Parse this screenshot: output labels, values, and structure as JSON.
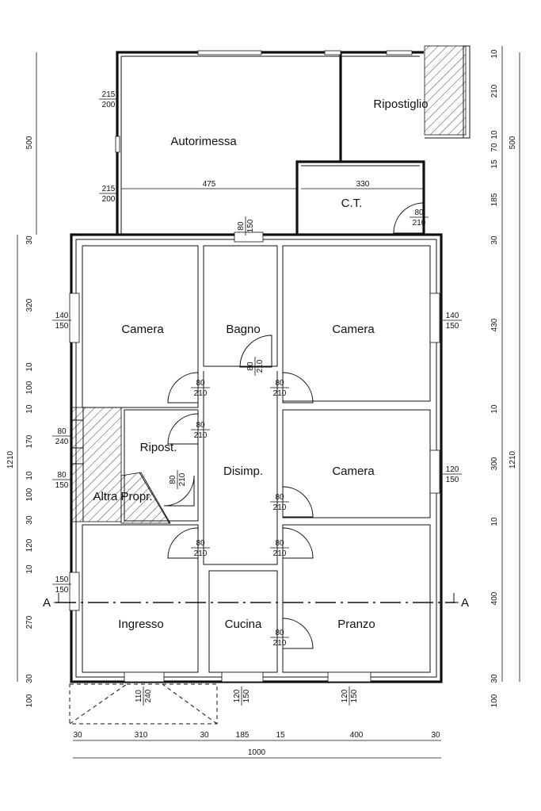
{
  "rooms": {
    "autorimessa": "Autorimessa",
    "ripostiglio": "Ripostiglio",
    "ct": "C.T.",
    "camera_nw": "Camera",
    "bagno": "Bagno",
    "camera_ne": "Camera",
    "ripost": "Ripost.",
    "disimp": "Disimp.",
    "camera_e": "Camera",
    "altra_propr": "Altra Propr.",
    "ingresso": "Ingresso",
    "cucina": "Cucina",
    "pranzo": "Pranzo"
  },
  "openings": {
    "garage_upper": [
      "215",
      "200"
    ],
    "garage_lower": [
      "215",
      "200"
    ],
    "ct_door": [
      "80",
      "210"
    ],
    "bath_window": [
      "80",
      "150"
    ],
    "cam_nw_window": [
      "140",
      "150"
    ],
    "cam_ne_window": [
      "140",
      "150"
    ],
    "cam_e_window": [
      "120",
      "150"
    ],
    "door_cam_nw": [
      "80",
      "210"
    ],
    "door_cam_ne": [
      "80",
      "210"
    ],
    "door_bagno": [
      "80",
      "210"
    ],
    "door_ripost_top": [
      "80",
      "210"
    ],
    "door_ripost_side": [
      "80",
      "210"
    ],
    "door_cam_e": [
      "80",
      "210"
    ],
    "door_ingresso": [
      "80",
      "210"
    ],
    "door_pranzo": [
      "80",
      "210"
    ],
    "door_cucina": [
      "80",
      "210"
    ],
    "altra_win1": [
      "80",
      "240"
    ],
    "altra_win2": [
      "80",
      "150"
    ],
    "ingresso_window": [
      "150",
      "150"
    ],
    "entrance_door": [
      "110",
      "240"
    ],
    "cucina_window": [
      "120",
      "150"
    ],
    "pranzo_window": [
      "120",
      "150"
    ]
  },
  "inner_dims": {
    "garage_width": "475",
    "ct_width": "330"
  },
  "left_dims": [
    "500",
    "30",
    "320",
    "10",
    "100",
    "10",
    "170",
    "10",
    "100",
    "30",
    "120",
    "10",
    "270",
    "30",
    "100"
  ],
  "left_total": "1210",
  "right_dims": [
    "10",
    "210",
    "10",
    "70",
    "15",
    "185",
    "30",
    "430",
    "10",
    "300",
    "10",
    "400",
    "30",
    "100"
  ],
  "right_total_top": "500",
  "right_total": "1210",
  "bottom_dims": [
    "30",
    "310",
    "30",
    "185",
    "15",
    "400",
    "30"
  ],
  "bottom_total": "1000",
  "section_label": "A"
}
